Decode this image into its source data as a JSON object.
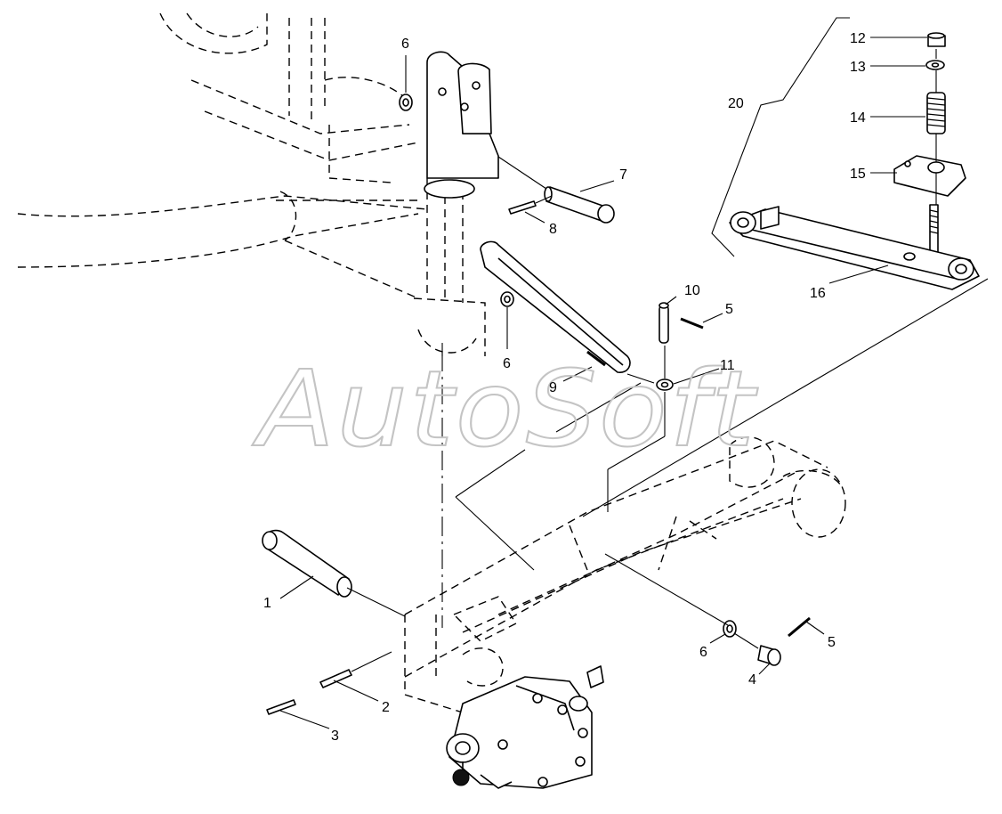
{
  "watermark": "AutoSoft",
  "callouts": [
    {
      "id": "c6a",
      "text": "6"
    },
    {
      "id": "c7",
      "text": "7"
    },
    {
      "id": "c8",
      "text": "8"
    },
    {
      "id": "c6b",
      "text": "6"
    },
    {
      "id": "c9",
      "text": "9"
    },
    {
      "id": "c10",
      "text": "10"
    },
    {
      "id": "c5a",
      "text": "5"
    },
    {
      "id": "c11",
      "text": "11"
    },
    {
      "id": "c12",
      "text": "12"
    },
    {
      "id": "c13",
      "text": "13"
    },
    {
      "id": "c14",
      "text": "14"
    },
    {
      "id": "c15",
      "text": "15"
    },
    {
      "id": "c16",
      "text": "16"
    },
    {
      "id": "c20",
      "text": "20"
    },
    {
      "id": "c1",
      "text": "1"
    },
    {
      "id": "c2",
      "text": "2"
    },
    {
      "id": "c3",
      "text": "3"
    },
    {
      "id": "c6c",
      "text": "6"
    },
    {
      "id": "c4",
      "text": "4"
    },
    {
      "id": "c5b",
      "text": "5"
    }
  ]
}
